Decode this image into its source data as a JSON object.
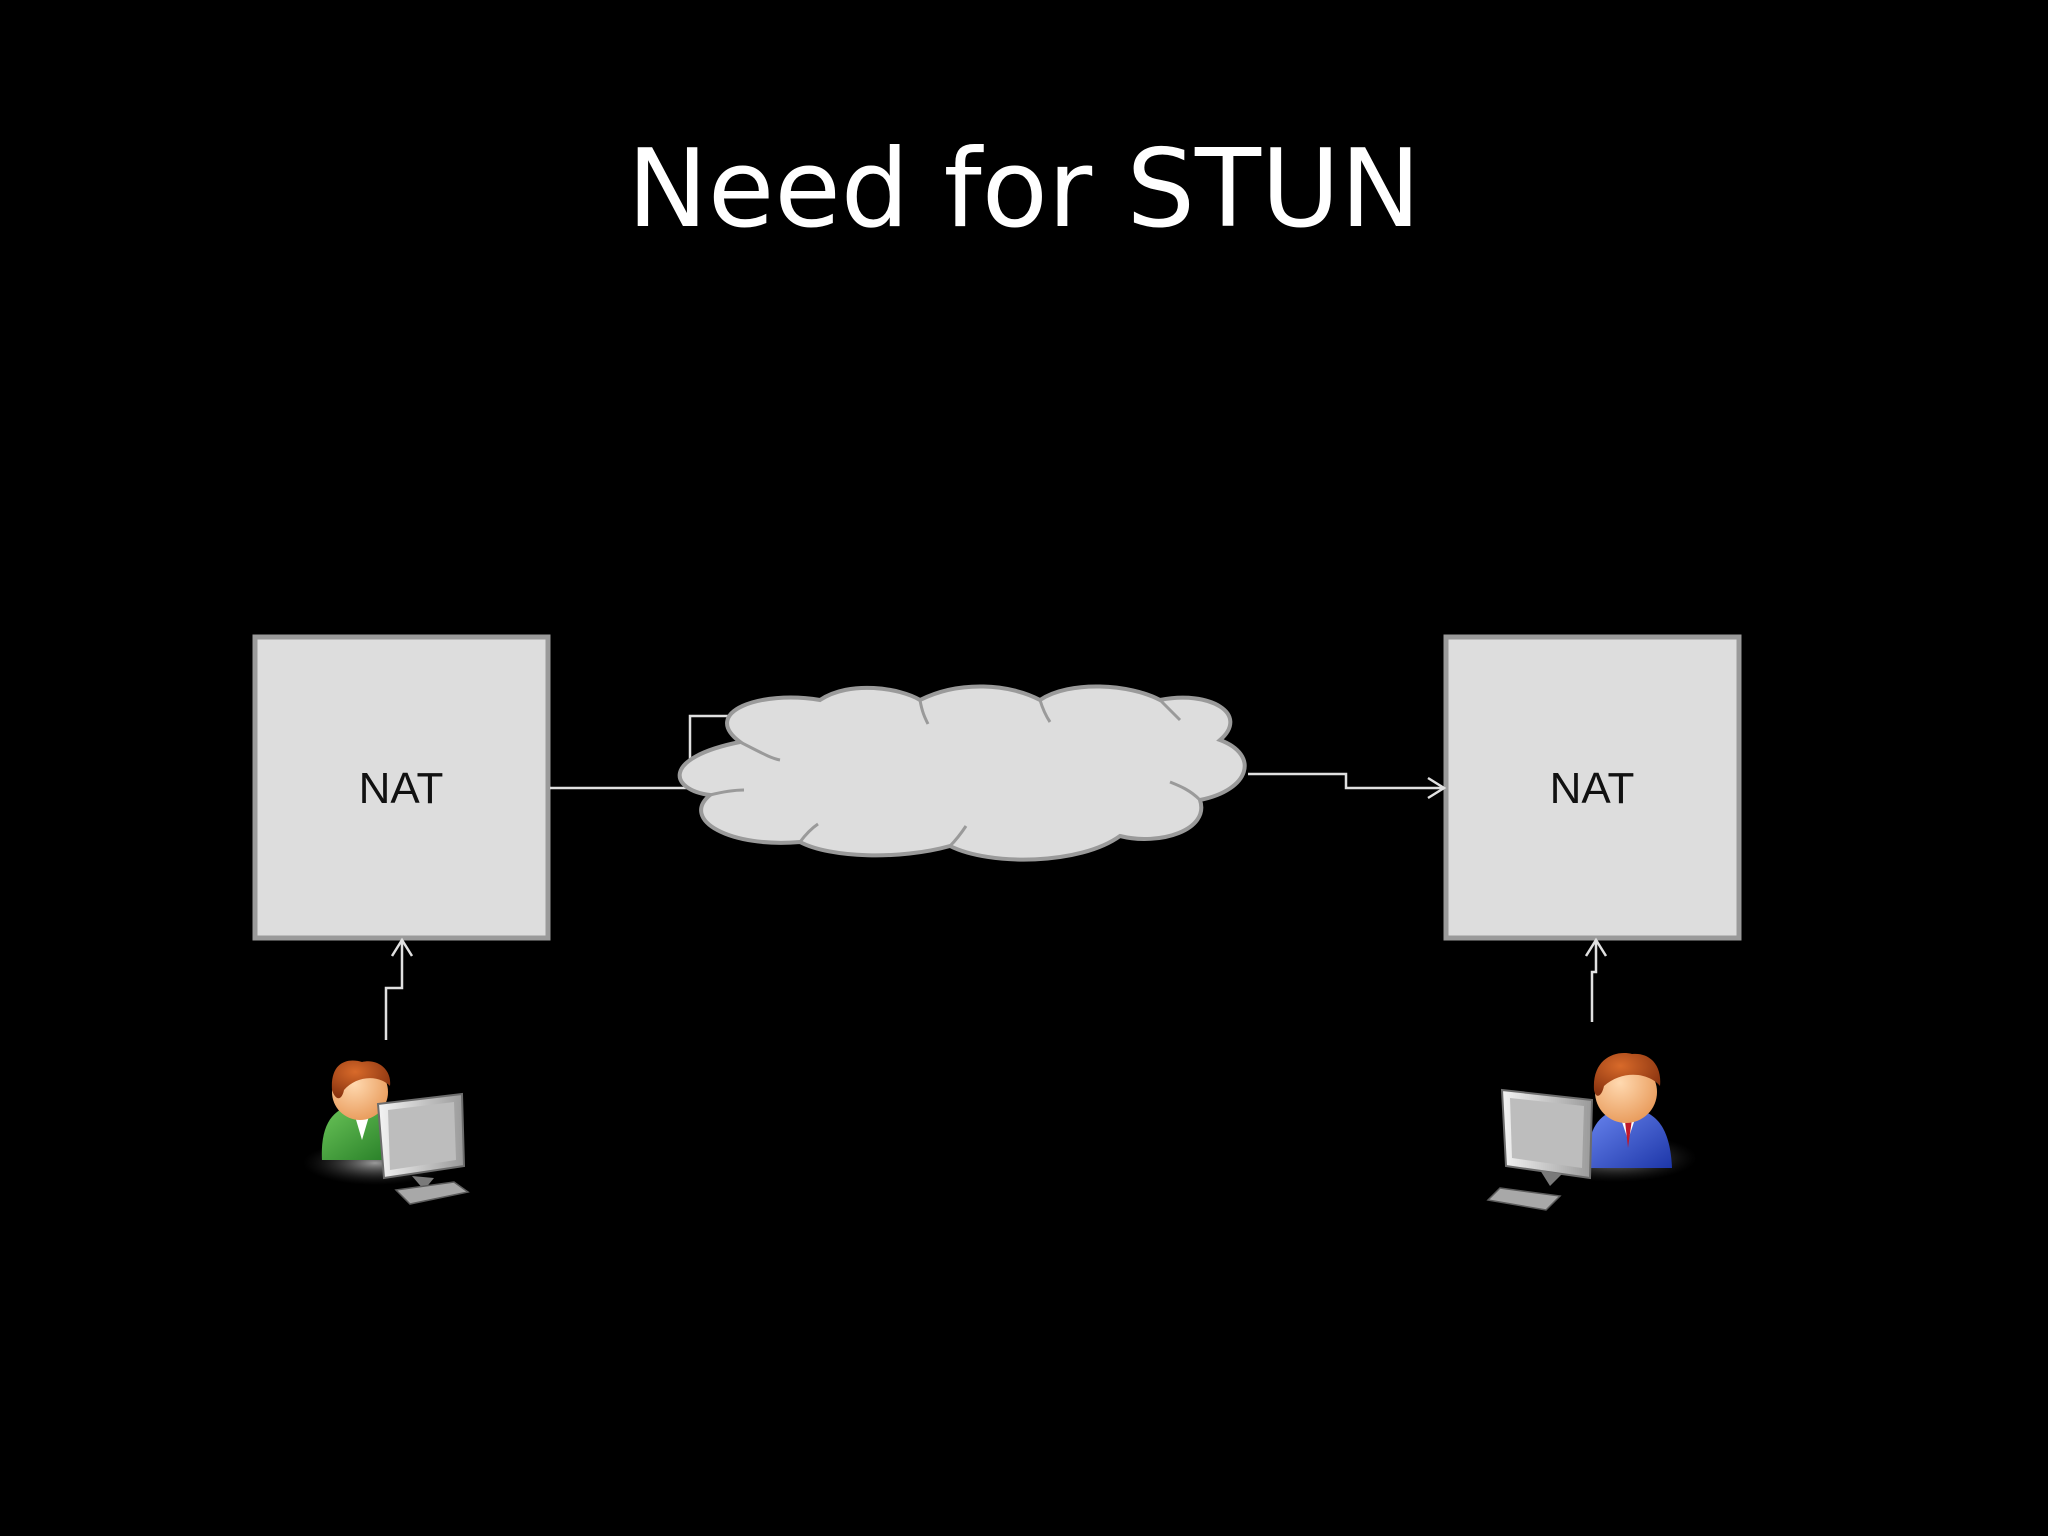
{
  "slide": {
    "title": "Need for STUN"
  },
  "diagram": {
    "nodes": {
      "nat_left": {
        "label": "NAT"
      },
      "nat_right": {
        "label": "NAT"
      },
      "internet": {
        "label": ""
      }
    },
    "colors": {
      "background": "#000000",
      "box_fill": "#dddddd",
      "box_stroke": "#9a9a9a",
      "connector": "#e0e0e0",
      "left_user_shirt": "#3e9a3a",
      "right_user_suit": "#2c4fc7",
      "tie": "#c0182a"
    },
    "icons": [
      "user-at-computer-icon-green",
      "user-at-computer-icon-blue"
    ]
  }
}
